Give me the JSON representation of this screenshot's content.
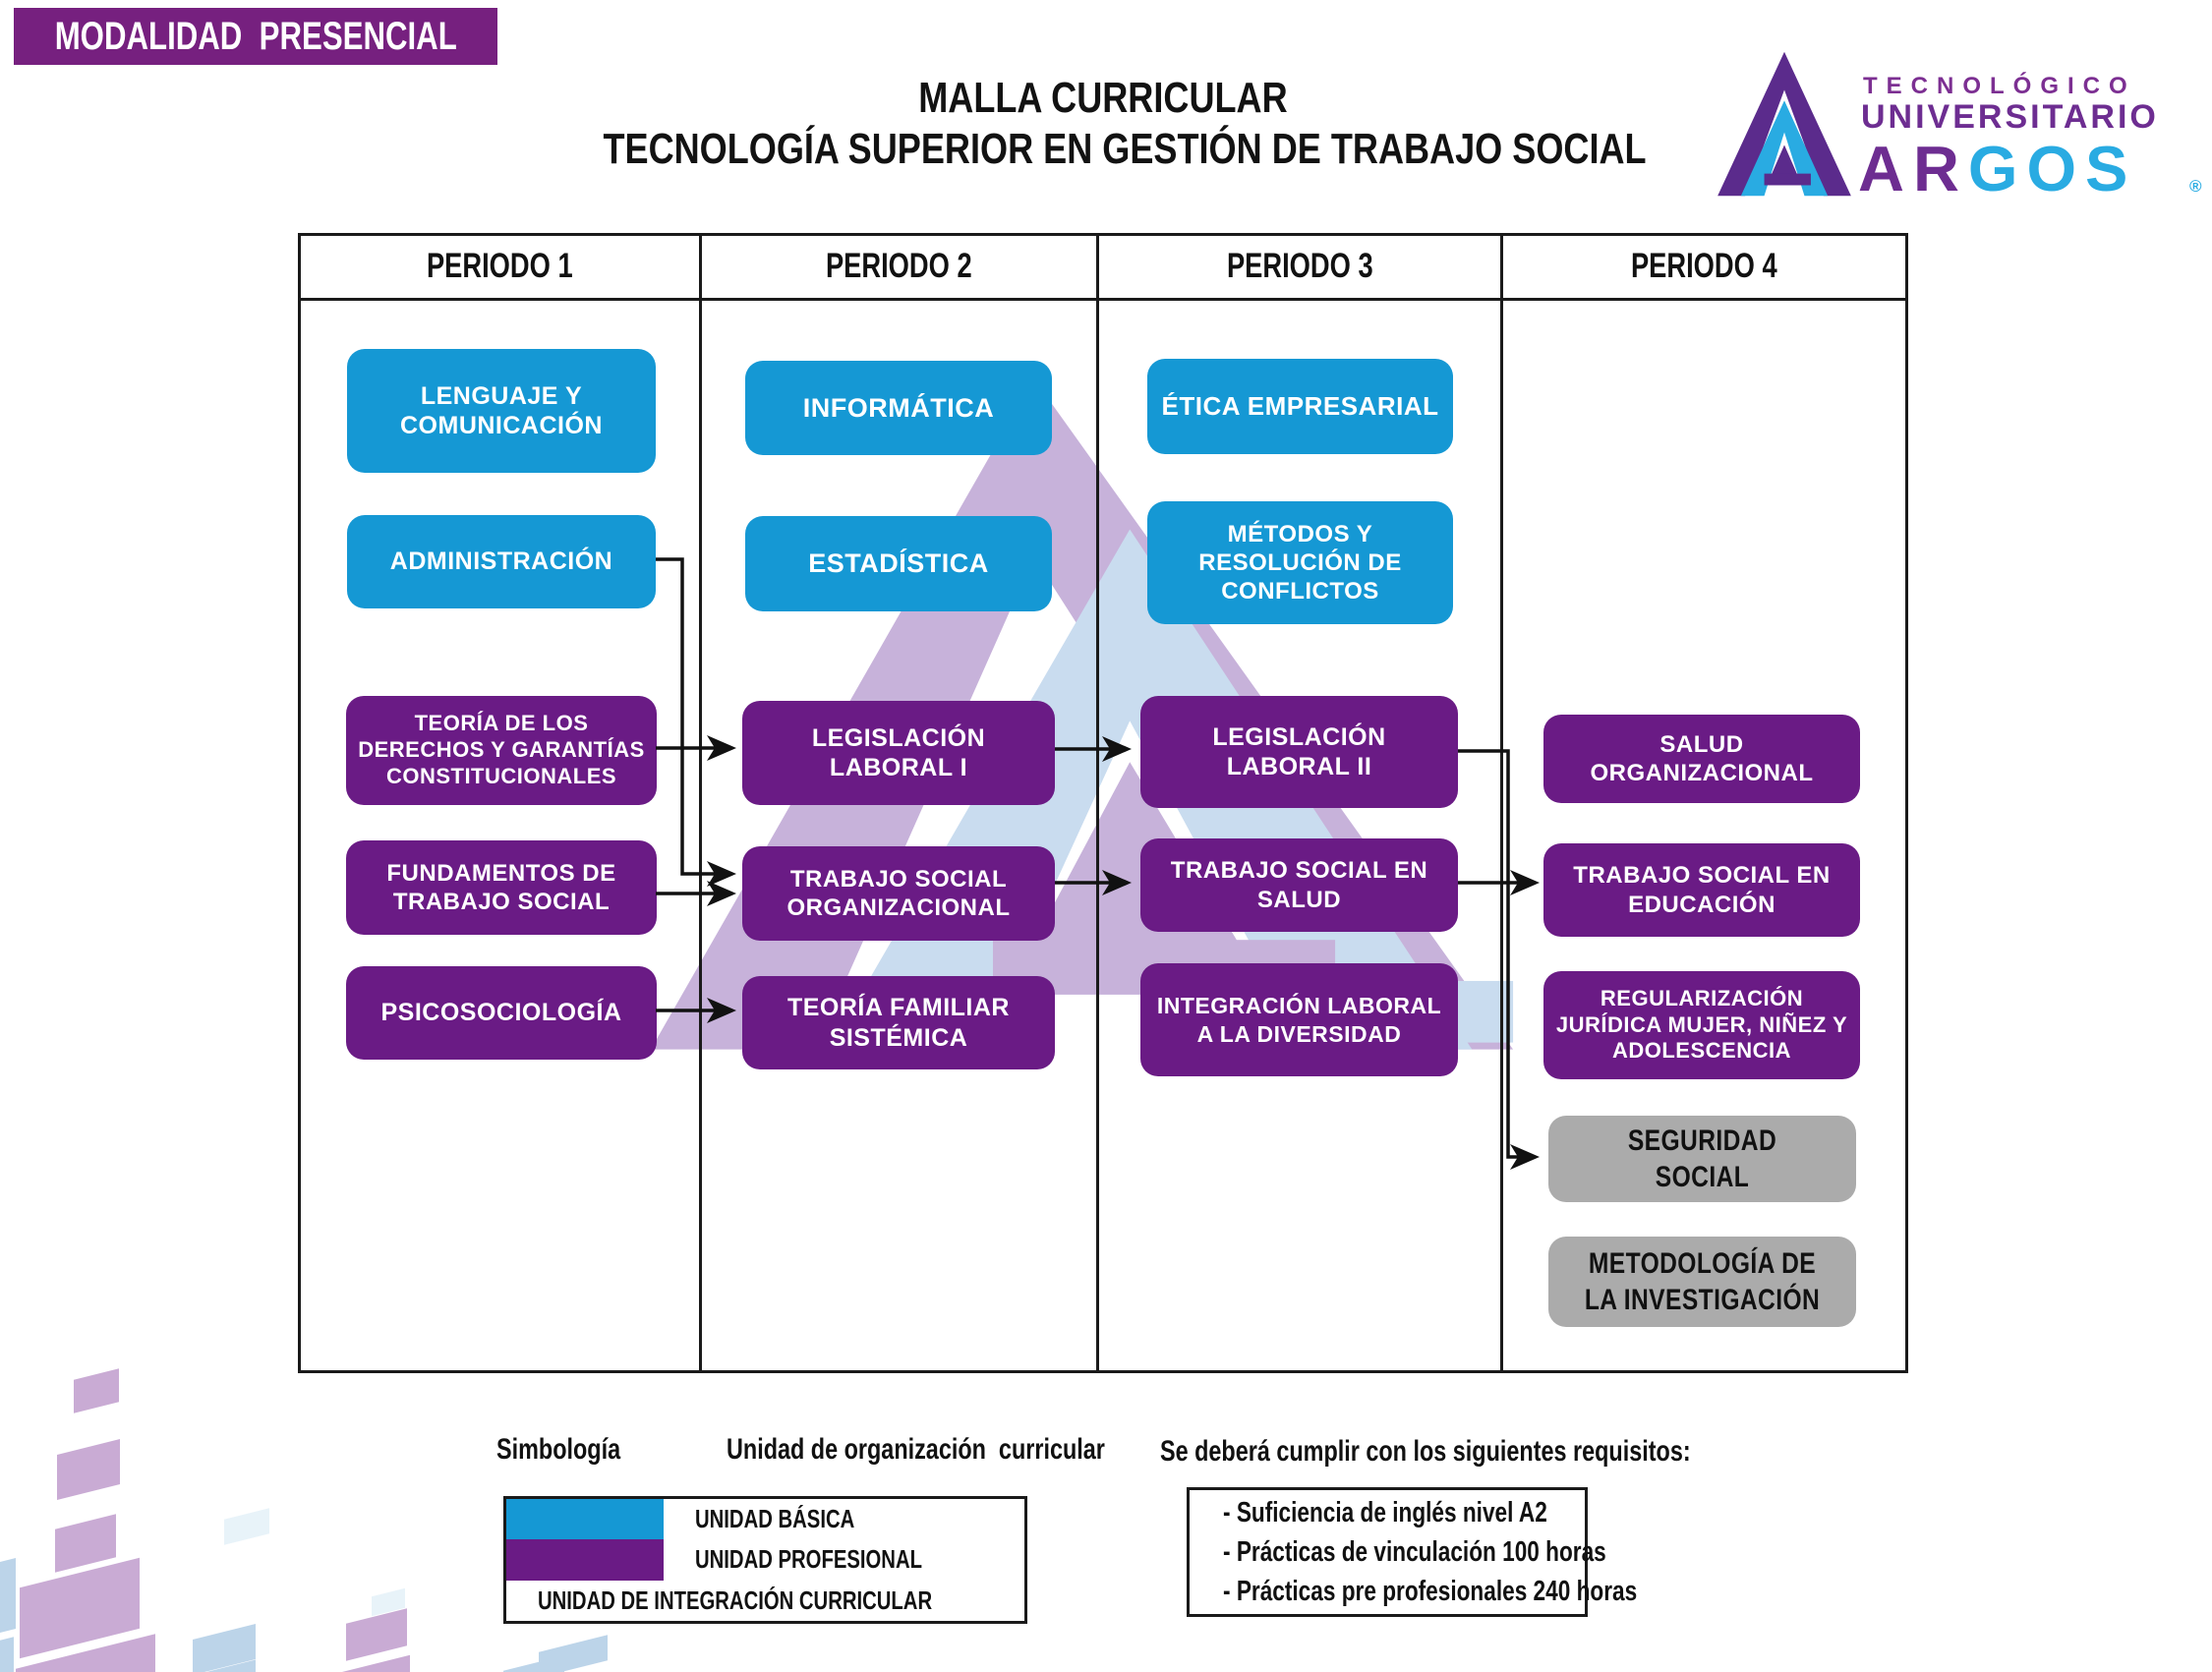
{
  "banner": {
    "label": "MODALIDAD  PRESENCIAL"
  },
  "title": {
    "line1": "MALLA CURRICULAR",
    "line2": "TECNOLOGÍA SUPERIOR EN GESTIÓN DE TRABAJO SOCIAL"
  },
  "logo": {
    "top": "TECNOLÓGICO",
    "middle": "UNIVERSITARIO",
    "name_left": "AR",
    "name_right": "GOS",
    "registered": "®"
  },
  "periods": [
    {
      "label": "PERIODO 1",
      "courses": [
        {
          "label": "LENGUAJE Y COMUNICACIÓN",
          "type": "UNIDAD BÁSICA"
        },
        {
          "label": "ADMINISTRACIÓN",
          "type": "UNIDAD BÁSICA"
        },
        {
          "label": "TEORÍA DE LOS DERECHOS Y GARANTÍAS CONSTITUCIONALES",
          "type": "UNIDAD PROFESIONAL"
        },
        {
          "label": "FUNDAMENTOS DE TRABAJO SOCIAL",
          "type": "UNIDAD PROFESIONAL"
        },
        {
          "label": "PSICOSOCIOLOGÍA",
          "type": "UNIDAD PROFESIONAL"
        }
      ]
    },
    {
      "label": "PERIODO 2",
      "courses": [
        {
          "label": "INFORMÁTICA",
          "type": "UNIDAD BÁSICA"
        },
        {
          "label": "ESTADÍSTICA",
          "type": "UNIDAD BÁSICA"
        },
        {
          "label": "LEGISLACIÓN LABORAL I",
          "type": "UNIDAD PROFESIONAL"
        },
        {
          "label": "TRABAJO SOCIAL ORGANIZACIONAL",
          "type": "UNIDAD PROFESIONAL"
        },
        {
          "label": "TEORÍA FAMILIAR SISTÉMICA",
          "type": "UNIDAD PROFESIONAL"
        }
      ]
    },
    {
      "label": "PERIODO 3",
      "courses": [
        {
          "label": "ÉTICA EMPRESARIAL",
          "type": "UNIDAD BÁSICA"
        },
        {
          "label": "MÉTODOS Y RESOLUCIÓN DE CONFLICTOS",
          "type": "UNIDAD BÁSICA"
        },
        {
          "label": "LEGISLACIÓN LABORAL II",
          "type": "UNIDAD PROFESIONAL"
        },
        {
          "label": "TRABAJO SOCIAL EN SALUD",
          "type": "UNIDAD PROFESIONAL"
        },
        {
          "label": "INTEGRACIÓN LABORAL A LA DIVERSIDAD",
          "type": "UNIDAD PROFESIONAL"
        }
      ]
    },
    {
      "label": "PERIODO 4",
      "courses": [
        {
          "label": "SALUD ORGANIZACIONAL",
          "type": "UNIDAD PROFESIONAL"
        },
        {
          "label": "TRABAJO SOCIAL EN EDUCACIÓN",
          "type": "UNIDAD PROFESIONAL"
        },
        {
          "label": "REGULARIZACIÓN JURÍDICA MUJER, NIÑEZ Y ADOLESCENCIA",
          "type": "UNIDAD PROFESIONAL"
        },
        {
          "label": "SEGURIDAD SOCIAL",
          "type": "UNIDAD DE INTEGRACIÓN CURRICULAR"
        },
        {
          "label": "METODOLOGÍA DE LA INVESTIGACIÓN",
          "type": "UNIDAD DE INTEGRACIÓN CURRICULAR"
        }
      ]
    }
  ],
  "connections": [
    {
      "from": "ADMINISTRACIÓN",
      "to": "TRABAJO SOCIAL ORGANIZACIONAL"
    },
    {
      "from": "TEORÍA DE LOS DERECHOS Y GARANTÍAS CONSTITUCIONALES",
      "to": "LEGISLACIÓN LABORAL I"
    },
    {
      "from": "FUNDAMENTOS DE TRABAJO SOCIAL",
      "to": "TRABAJO SOCIAL ORGANIZACIONAL"
    },
    {
      "from": "PSICOSOCIOLOGÍA",
      "to": "TEORÍA FAMILIAR SISTÉMICA"
    },
    {
      "from": "LEGISLACIÓN LABORAL I",
      "to": "LEGISLACIÓN LABORAL II"
    },
    {
      "from": "TRABAJO SOCIAL ORGANIZACIONAL",
      "to": "TRABAJO SOCIAL EN SALUD"
    },
    {
      "from": "TRABAJO SOCIAL EN SALUD",
      "to": "TRABAJO SOCIAL EN EDUCACIÓN"
    },
    {
      "from": "LEGISLACIÓN LABORAL II",
      "to": "SEGURIDAD SOCIAL"
    }
  ],
  "legend": {
    "symbols_title": "Simbología",
    "units_title": "Unidad de organización  curricular",
    "items": [
      {
        "label": "UNIDAD BÁSICA",
        "color": "#1598D4"
      },
      {
        "label": "UNIDAD PROFESIONAL",
        "color": "#6A1B85"
      },
      {
        "label": "UNIDAD DE INTEGRACIÓN CURRICULAR",
        "color": "#ABABAB"
      }
    ]
  },
  "requirements": {
    "title": "Se deberá cumplir con los siguientes requisitos:",
    "items": [
      "- Suficiencia de inglés nivel A2",
      "- Prácticas de vinculación 100 horas",
      "- Prácticas pre profesionales 240 horas"
    ]
  },
  "colors": {
    "basic_blue": "#1598D4",
    "professional_purple": "#6A1B85",
    "integration_gray": "#ABABAB",
    "banner_purple": "#76207F",
    "logo_purple": "#6D2D91",
    "logo_blue": "#29ABE2",
    "watermark_purple": "#C7B2DA",
    "watermark_blue": "#C9DCEF",
    "arrow_black": "#111111"
  }
}
